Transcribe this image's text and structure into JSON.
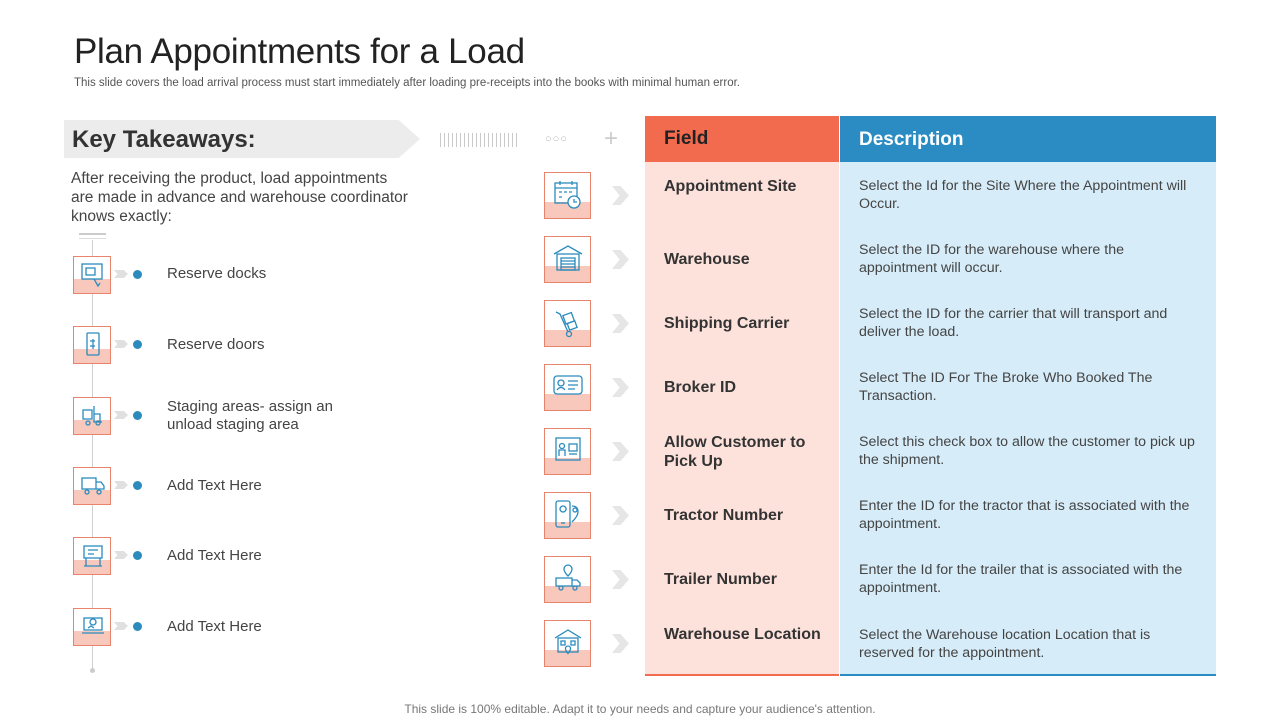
{
  "title": "Plan Appointments for a Load",
  "subtitle": "This slide covers the load arrival process must start immediately after loading pre-receipts into the books with minimal human error.",
  "takeaways": {
    "heading": "Key Takeaways:",
    "intro": "After receiving the product, load appointments are made in advance and warehouse coordinator knows exactly:",
    "items": [
      {
        "label": "Reserve docks",
        "icon": "dock-icon"
      },
      {
        "label": "Reserve doors",
        "icon": "door-icon"
      },
      {
        "label": "Staging areas- assign an unload staging area",
        "icon": "forklift-icon"
      },
      {
        "label": "Add Text Here",
        "icon": "truck-icon"
      },
      {
        "label": "Add Text Here",
        "icon": "package-icon"
      },
      {
        "label": "Add Text Here",
        "icon": "laptop-icon"
      }
    ]
  },
  "table": {
    "field_header": "Field",
    "description_header": "Description",
    "rows": [
      {
        "field": "Appointment Site",
        "description": "Select the Id for the Site Where the Appointment will Occur.",
        "icon": "calendar-clock-icon"
      },
      {
        "field": "Warehouse",
        "description": "Select the ID for the warehouse where the appointment will occur.",
        "icon": "warehouse-icon"
      },
      {
        "field": "Shipping Carrier",
        "description": "Select the ID for the carrier that will transport and deliver the load.",
        "icon": "hand-truck-icon"
      },
      {
        "field": "Broker ID",
        "description": "Select The ID For The Broke Who Booked The Transaction.",
        "icon": "id-card-icon"
      },
      {
        "field": "Allow Customer to Pick Up",
        "description": "Select this check box to allow the customer to pick up the shipment.",
        "icon": "customer-pickup-icon"
      },
      {
        "field": "Tractor Number",
        "description": "Enter the ID for the tractor that is associated with the appointment.",
        "icon": "mobile-location-icon"
      },
      {
        "field": "Trailer Number",
        "description": "Enter the Id for the trailer that is associated with the appointment.",
        "icon": "trailer-icon"
      },
      {
        "field": "Warehouse Location",
        "description": "Select the Warehouse location Location that is reserved for the appointment.",
        "icon": "warehouse-location-icon"
      }
    ]
  },
  "colors": {
    "accent_orange": "#f26b4f",
    "accent_blue": "#2a8cc2",
    "field_bg": "#fde2dc",
    "desc_bg": "#d6ecf8"
  },
  "footer": "This slide is 100% editable. Adapt it to your needs and capture your audience's attention."
}
